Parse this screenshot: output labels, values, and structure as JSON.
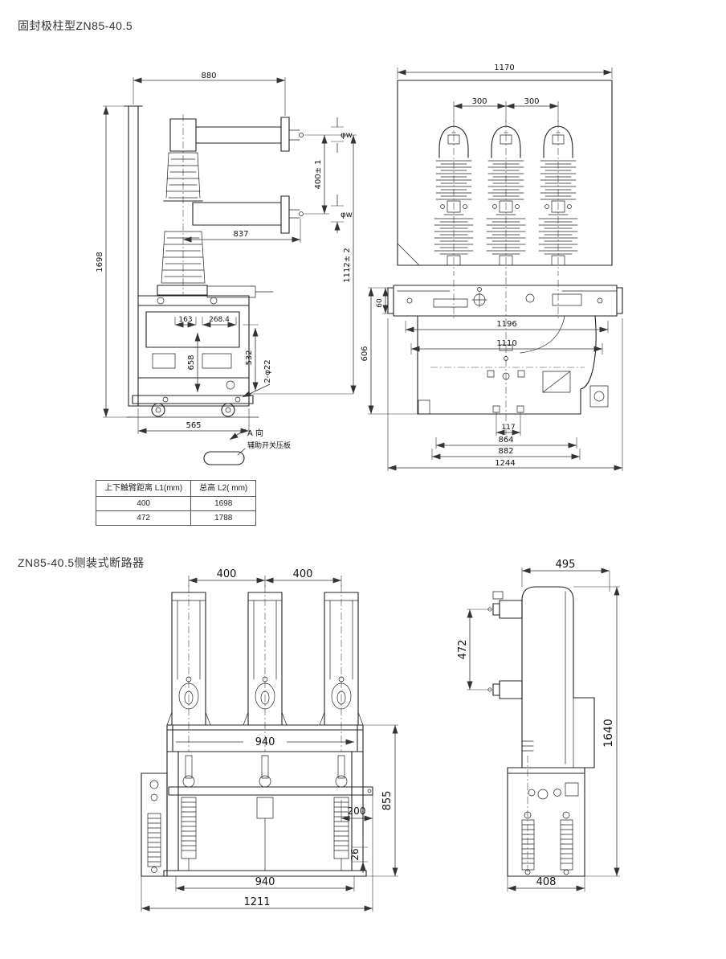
{
  "titles": {
    "section1": "固封极柱型ZN85-40.5",
    "section2": "ZN85-40.5侧装式断路器"
  },
  "drawing1": {
    "description": "solid-sealed pole type side view",
    "dim_880": "880",
    "dim_1698": "1698",
    "dim_837": "837",
    "dim_400": "400± 1",
    "dim_phiw_top": "φw",
    "dim_phiw_mid": "φw",
    "dim_1112": "1112± 2",
    "dim_163": "163",
    "dim_268": "268.4",
    "dim_658": "658",
    "dim_532": "532",
    "dim_2phi22": "2-φ22",
    "dim_565": "565",
    "label_a_view": "A 向",
    "label_aux": "辅助开关压板"
  },
  "drawing2": {
    "description": "solid-sealed pole type front view",
    "dim_1170": "1170",
    "dim_300a": "300",
    "dim_300b": "300",
    "dim_60": "60",
    "dim_606": "606",
    "dim_1196": "1196",
    "dim_1110": "1110",
    "dim_117": "117",
    "dim_864": "864",
    "dim_882": "882",
    "dim_1244": "1244"
  },
  "spec_table": {
    "col1_header": "上下触臂距离 L1(mm)",
    "col2_header": "总高 L2( mm)",
    "rows": [
      {
        "l1": "400",
        "l2": "1698"
      },
      {
        "l1": "472",
        "l2": "1788"
      }
    ]
  },
  "drawing3": {
    "description": "side-mounted breaker front view",
    "dim_400a": "400",
    "dim_400b": "400",
    "dim_940_beam": "940",
    "dim_855": "855",
    "dim_200": "200",
    "dim_26": "26",
    "dim_940_bottom": "940",
    "dim_1211": "1211"
  },
  "drawing4": {
    "description": "side-mounted breaker side view",
    "dim_495": "495",
    "dim_472": "472",
    "dim_1640": "1640",
    "dim_408": "408"
  }
}
